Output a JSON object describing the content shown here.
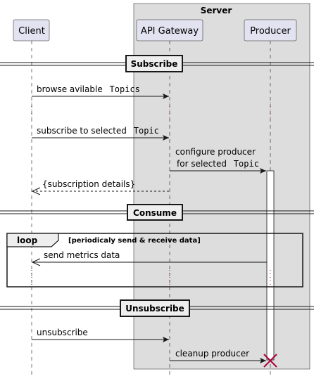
{
  "box": {
    "title": "Server",
    "fill": "#dddddd"
  },
  "participants": {
    "client": "Client",
    "gateway": "API Gateway",
    "producer": "Producer"
  },
  "dividers": {
    "subscribe": "Subscribe",
    "consume": "Consume",
    "unsubscribe": "Unsubscribe"
  },
  "messages": {
    "browse_prefix": "browse avilable",
    "browse_code": "Topics",
    "select_prefix": "subscribe to selected",
    "select_code": "Topic",
    "configure_line1": "configure producer",
    "configure_prefix": "for selected",
    "configure_code": "Topic",
    "details": "{subscription details}",
    "metrics": "send metrics data",
    "unsubscribe": "unsubscribe",
    "cleanup": "cleanup producer"
  },
  "loop": {
    "keyword": "loop",
    "condition": "[periodicaly send & receive data]"
  },
  "colors": {
    "participant_fill": "#e2e2f0",
    "participant_border": "#181818",
    "lifeline": "#181818",
    "destroy": "#a80036"
  }
}
